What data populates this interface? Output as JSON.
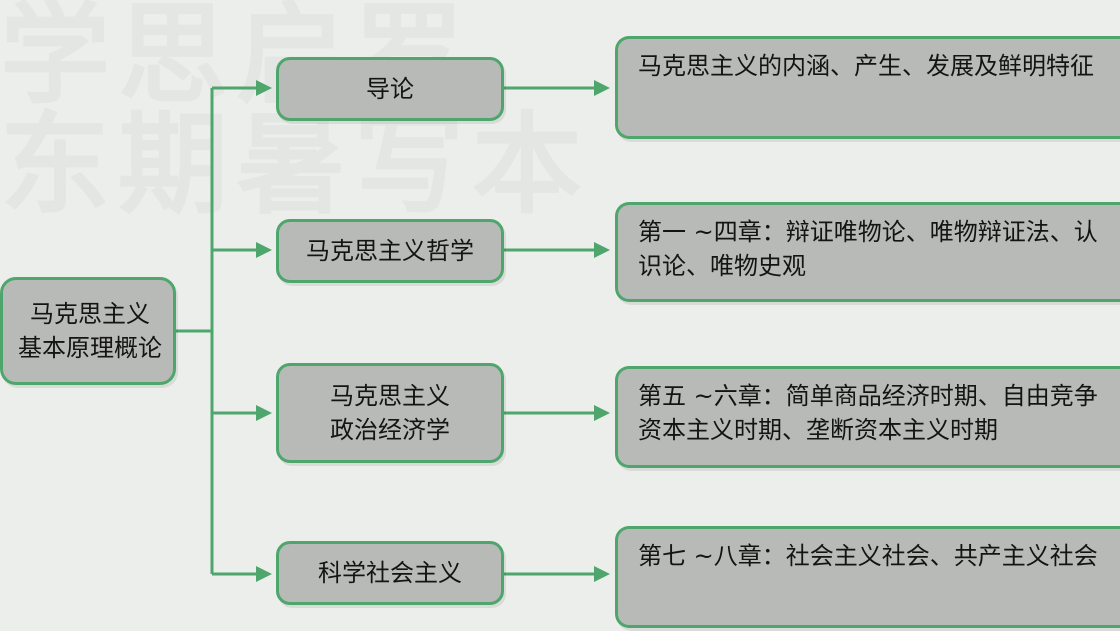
{
  "root": {
    "line1": "马克思主义",
    "line2": "基本原理概论"
  },
  "branches": [
    {
      "label": "导论",
      "detail": "马克思主义的内涵、产生、发展及鲜明特征"
    },
    {
      "label": "马克思主义哲学",
      "detail": "第一 ~四章：辩证唯物论、唯物辩证法、认识论、唯物史观"
    },
    {
      "label_line1": "马克思主义",
      "label_line2": "政治经济学",
      "detail": "第五 ~六章：简单商品经济时期、自由竞争资本主义时期、垄断资本主义时期"
    },
    {
      "label": "科学社会主义",
      "detail": "第七 ~八章：社会主义社会、共产主义社会"
    }
  ],
  "colors": {
    "connector": "#4fa66d",
    "box_fill": "#b8bab7",
    "background": "#ebeeeb"
  }
}
